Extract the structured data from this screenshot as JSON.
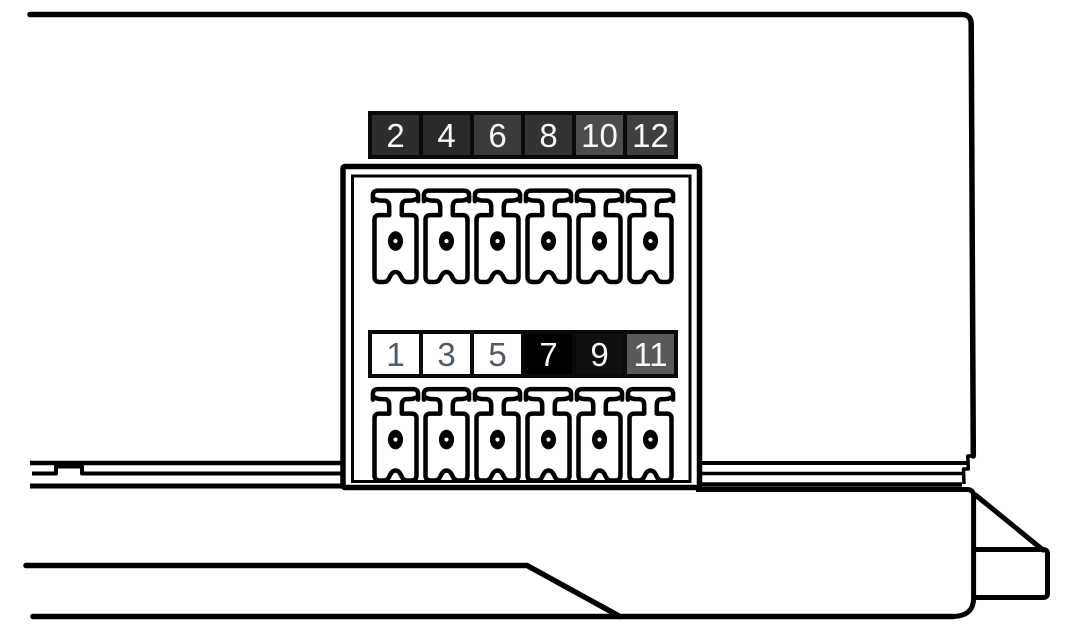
{
  "diagram": {
    "type": "fuse-box-location-diagram",
    "background": "#ffffff",
    "line_color": "#000000",
    "strip_frame_color": "#0a0a0a",
    "top_label_row": {
      "cells": [
        {
          "label": "2",
          "bg": "#2d2d2d",
          "fg": "#f8f8f8"
        },
        {
          "label": "4",
          "bg": "#292929",
          "fg": "#f8f8f8"
        },
        {
          "label": "6",
          "bg": "#3b3b3b",
          "fg": "#f8f8f8"
        },
        {
          "label": "8",
          "bg": "#323232",
          "fg": "#f8f8f8"
        },
        {
          "label": "10",
          "bg": "#4c4c4c",
          "fg": "#f8f8f8"
        },
        {
          "label": "12",
          "bg": "#3f3f3f",
          "fg": "#f8f8f8"
        }
      ]
    },
    "middle_label_row": {
      "cells": [
        {
          "label": "1",
          "bg": "#ffffff",
          "fg": "#4f5a64"
        },
        {
          "label": "3",
          "bg": "#ffffff",
          "fg": "#4f5a64"
        },
        {
          "label": "5",
          "bg": "#ffffff",
          "fg": "#4f5a64"
        },
        {
          "label": "7",
          "bg": "#000000",
          "fg": "#f8f8f8"
        },
        {
          "label": "9",
          "bg": "#101010",
          "fg": "#f8f8f8"
        },
        {
          "label": "11",
          "bg": "#595959",
          "fg": "#f8f8f8"
        }
      ]
    },
    "fuse_rows": {
      "top_count": 6,
      "bottom_count": 6
    }
  }
}
